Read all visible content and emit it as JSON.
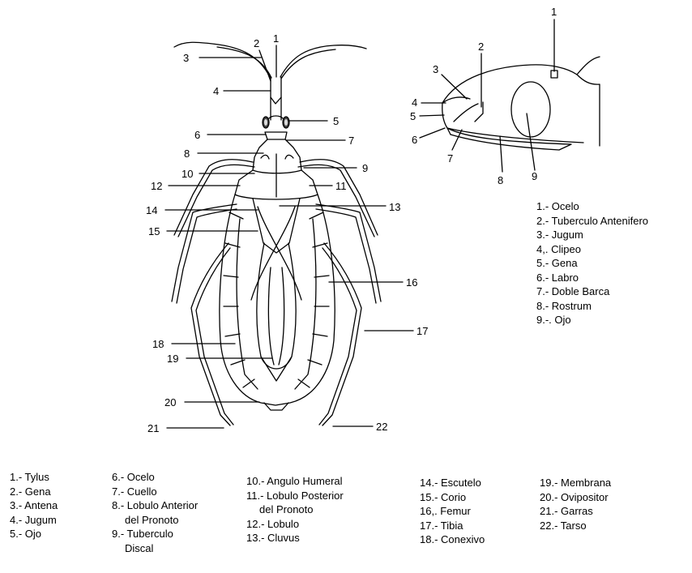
{
  "body_callouts": [
    "1",
    "2",
    "3",
    "4",
    "5",
    "6",
    "7",
    "8",
    "9",
    "10",
    "11",
    "12",
    "13",
    "14",
    "15",
    "16",
    "17",
    "18",
    "19",
    "20",
    "21",
    "22"
  ],
  "head_callouts": [
    "1",
    "2",
    "3",
    "4",
    "5",
    "6",
    "7",
    "8",
    "9"
  ],
  "head_legend": [
    "1.- Ocelo",
    "2.- Tuberculo Antenifero",
    "3.- Jugum",
    "4,. Clipeo",
    "5.- Gena",
    "6.- Labro",
    "7.- Doble Barca",
    "8.- Rostrum",
    "9.-. Ojo"
  ],
  "body_legend": {
    "col1": [
      "1.- Tylus",
      "2.- Gena",
      "3.- Antena",
      "4.- Jugum",
      "5.- Ojo"
    ],
    "col2": [
      "6.- Ocelo",
      "7.- Cuello",
      "8.- Lobulo Anterior",
      "del Pronoto",
      "9.- Tuberculo",
      "Discal"
    ],
    "col3": [
      "10.- Angulo Humeral",
      "11.- Lobulo Posterior",
      "del Pronoto",
      "12.- Lobulo",
      "13.- Cluvus"
    ],
    "col4": [
      "14.- Escutelo",
      "15.- Corio",
      "16,. Femur",
      "17.- Tibia",
      "18.- Conexivo"
    ],
    "col5": [
      "19.- Membrana",
      "20.- Ovipositor",
      "21.- Garras",
      "22.- Tarso"
    ]
  }
}
